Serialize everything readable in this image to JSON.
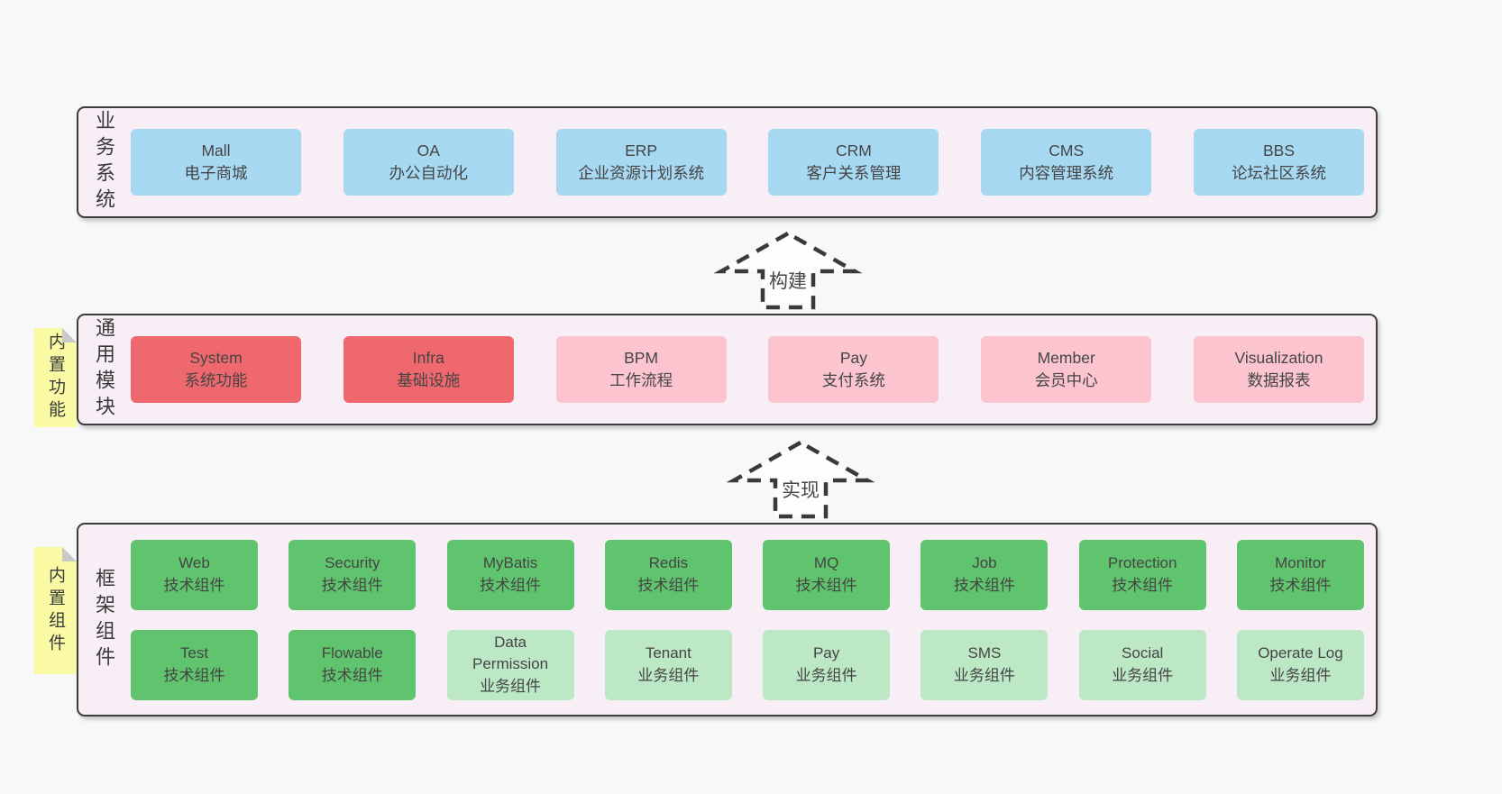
{
  "colors": {
    "page_bg": "#f8f8f8",
    "panel_bg": "#f8eef6",
    "panel_border": "#3c3c3c",
    "blue": "#a8d9f2",
    "red": "#ee686e",
    "pink": "#fbc4ce",
    "green_dark": "#5fc46d",
    "green_light": "#bde8c6",
    "note_yellow": "#fafaa4",
    "note_fold": "#c9c9c9",
    "text": "#454545"
  },
  "panels": [
    {
      "label": "业务系统",
      "rows": [
        [
          {
            "title": "Mall",
            "subtitle": "电子商城"
          },
          {
            "title": "OA",
            "subtitle": "办公自动化"
          },
          {
            "title": "ERP",
            "subtitle": "企业资源计划系统"
          },
          {
            "title": "CRM",
            "subtitle": "客户关系管理"
          },
          {
            "title": "CMS",
            "subtitle": "内容管理系统"
          },
          {
            "title": "BBS",
            "subtitle": "论坛社区系统"
          }
        ]
      ]
    },
    {
      "label": "通用模块",
      "rows": [
        [
          {
            "title": "System",
            "subtitle": "系统功能"
          },
          {
            "title": "Infra",
            "subtitle": "基础设施"
          },
          {
            "title": "BPM",
            "subtitle": "工作流程"
          },
          {
            "title": "Pay",
            "subtitle": "支付系统"
          },
          {
            "title": "Member",
            "subtitle": "会员中心"
          },
          {
            "title": "Visualization",
            "subtitle": "数据报表"
          }
        ]
      ]
    },
    {
      "label": "框架组件",
      "rows": [
        [
          {
            "title": "Web",
            "subtitle": "技术组件"
          },
          {
            "title": "Security",
            "subtitle": "技术组件"
          },
          {
            "title": "MyBatis",
            "subtitle": "技术组件"
          },
          {
            "title": "Redis",
            "subtitle": "技术组件"
          },
          {
            "title": "MQ",
            "subtitle": "技术组件"
          },
          {
            "title": "Job",
            "subtitle": "技术组件"
          },
          {
            "title": "Protection",
            "subtitle": "技术组件"
          },
          {
            "title": "Monitor",
            "subtitle": "技术组件"
          }
        ],
        [
          {
            "title": "Test",
            "subtitle": "技术组件"
          },
          {
            "title": "Flowable",
            "subtitle": "技术组件"
          },
          {
            "title": "Data Permission",
            "subtitle": "业务组件"
          },
          {
            "title": "Tenant",
            "subtitle": "业务组件"
          },
          {
            "title": "Pay",
            "subtitle": "业务组件"
          },
          {
            "title": "SMS",
            "subtitle": "业务组件"
          },
          {
            "title": "Social",
            "subtitle": "业务组件"
          },
          {
            "title": "Operate Log",
            "subtitle": "业务组件"
          }
        ]
      ]
    }
  ],
  "arrows": [
    {
      "label": "构建"
    },
    {
      "label": "实现"
    }
  ],
  "notes": [
    {
      "label": "内置功能"
    },
    {
      "label": "内置组件"
    }
  ]
}
